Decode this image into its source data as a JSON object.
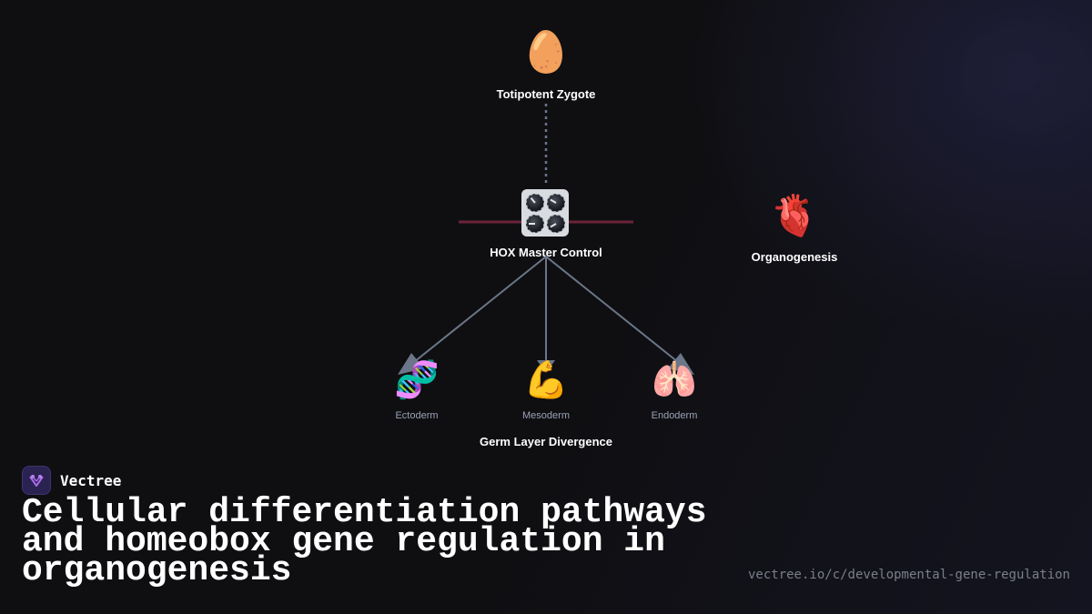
{
  "diagram": {
    "zygote": {
      "icon": "egg-icon",
      "glyph": "🥚",
      "label": "Totipotent Zygote"
    },
    "hox": {
      "icon": "control-knobs-icon",
      "label": "HOX Master Control"
    },
    "organogenesis": {
      "icon": "anatomical-heart-icon",
      "glyph": "🫀",
      "label": "Organogenesis"
    },
    "germ_layers": {
      "caption": "Germ Layer Divergence",
      "items": [
        {
          "icon": "dna-icon",
          "glyph": "🧬",
          "label": "Ectoderm"
        },
        {
          "icon": "flexed-biceps-icon",
          "glyph": "💪",
          "label": "Mesoderm"
        },
        {
          "icon": "lungs-icon",
          "glyph": "🫁",
          "label": "Endoderm"
        }
      ]
    },
    "colors": {
      "connector": "#6b7689",
      "hox_bar": "#6b2337"
    }
  },
  "brand": {
    "name": "Vectree",
    "logo_icon": "vectree-logo-icon",
    "logo_color": "#2a2250"
  },
  "title": "Cellular differentiation pathways and homeobox gene regulation in organogenesis",
  "url": "vectree.io/c/developmental-gene-regulation"
}
